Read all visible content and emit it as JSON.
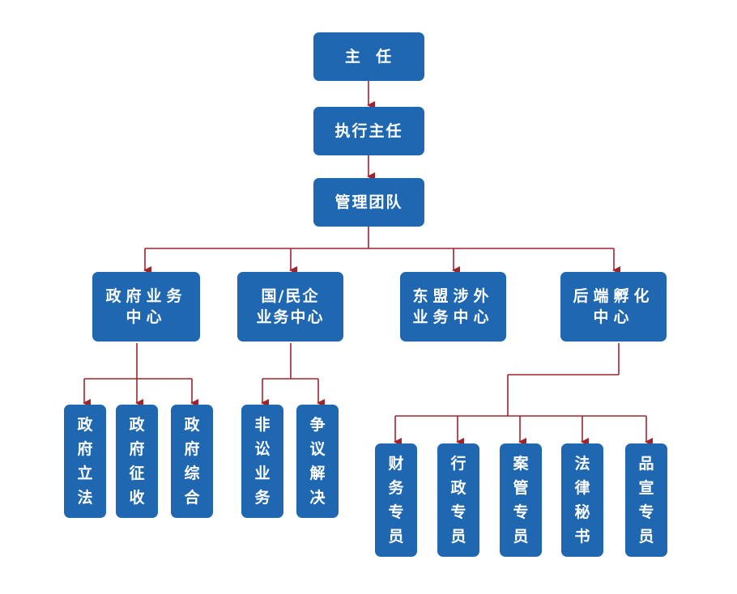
{
  "accent_color": "#1f67b1",
  "connector_color": "#a2232a",
  "nodes": {
    "director": "主  任",
    "executive_director": "执行主任",
    "management_team": "管理团队",
    "centers": [
      {
        "line1": "政府业务",
        "line2": "中心"
      },
      {
        "line1": "国/民企",
        "line2": "业务中心"
      },
      {
        "line1": "东盟涉外",
        "line2": "业务中心"
      },
      {
        "line1": "后端孵化",
        "line2": "中心"
      }
    ],
    "government_units": [
      "政府立法",
      "政府征收",
      "政府综合"
    ],
    "enterprise_units": [
      "非讼业务",
      "争议解决"
    ],
    "backend_units": [
      "财务专员",
      "行政专员",
      "案管专员",
      "法律秘书",
      "品宣专员"
    ]
  }
}
